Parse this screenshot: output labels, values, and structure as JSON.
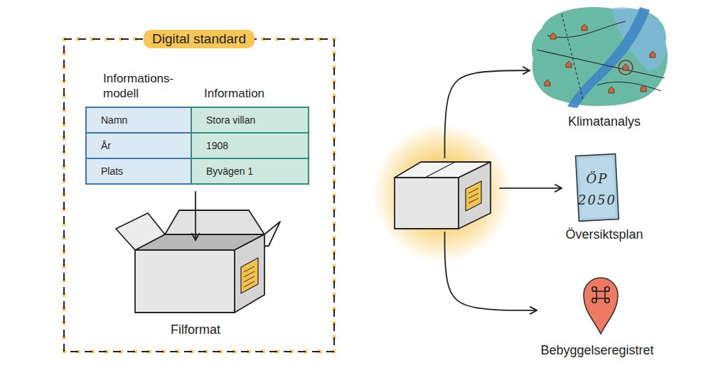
{
  "diagram": {
    "nodes": [
      {
        "text": [
          "Digital standard"
        ]
      },
      {
        "text": [
          "Informations- modell",
          "Information",
          "Namn",
          "Stora villan",
          "År",
          "1908",
          "Plats",
          "Byvägen 1"
        ],
        "in": 0
      },
      {
        "text": [
          "Filformat"
        ],
        "in": 0
      },
      {
        "text": []
      },
      {
        "text": [
          "Klimatanalys"
        ]
      },
      {
        "text": [
          "ÖP 2050",
          "Översiktsplan"
        ]
      },
      {
        "text": [
          "Bebyggelseregistret"
        ]
      }
    ],
    "edges": [
      {
        "from": 1,
        "to": 2,
        "arrow": "to"
      },
      {
        "from": 3,
        "to": 4,
        "arrow": "to"
      },
      {
        "from": 3,
        "to": 5,
        "arrow": "to"
      },
      {
        "from": 3,
        "to": 6,
        "arrow": "to"
      }
    ]
  }
}
